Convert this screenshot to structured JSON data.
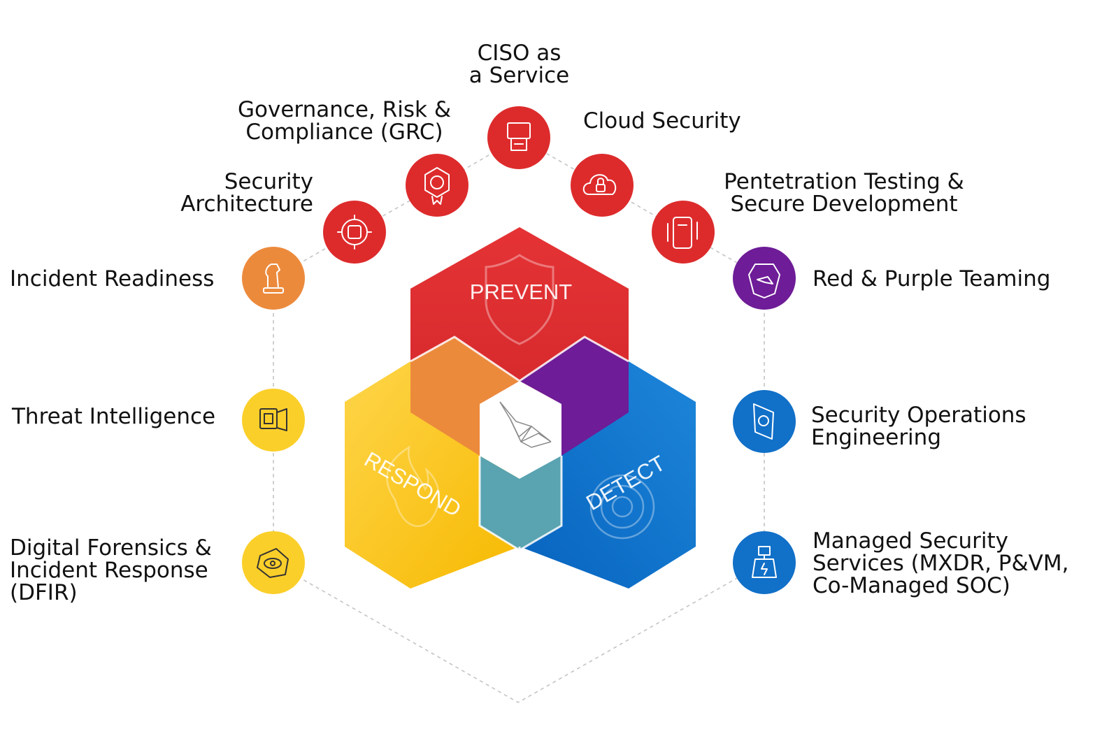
{
  "center": {
    "prevent_label": "PREVENT",
    "respond_label": "RESPOND",
    "detect_label": "DETECT"
  },
  "services": {
    "ciso": "CISO as\na Service",
    "grc": "Governance, Risk &\nCompliance (GRC)",
    "cloud": "Cloud Security",
    "security_architecture": "Security\nArchitecture",
    "pentest": "Pentetration Testing &\nSecure Development",
    "incident_readiness": "Incident Readiness",
    "red_purple": "Red & Purple Teaming",
    "threat_intel": "Threat Intelligence",
    "secops": "Security Operations\nEngineering",
    "dfir": "Digital Forensics &\nIncident Response\n(DFIR)",
    "mss": "Managed Security\nServices (MXDR, P&VM,\nCo-Managed SOC)"
  },
  "colors": {
    "prevent": "#d92d2f",
    "respond": "#fbbf00",
    "detect": "#0a6fc9",
    "overlap_orange": "#ec8a3c",
    "overlap_purple": "#6e1c97",
    "overlap_teal": "#5aa3b0",
    "icon_red": "#dd2b2c",
    "icon_orange": "#ec8a3c",
    "icon_purple": "#6e1c97",
    "icon_yellow": "#fbcf2a",
    "icon_blue": "#1170c8"
  },
  "icons": [
    "computer-icon",
    "badge-icon",
    "cloud-lock-icon",
    "target-gear-icon",
    "phone-code-icon",
    "chess-knight-icon",
    "raven-shield-icon",
    "magnifier-icon",
    "shield-gear-icon",
    "eye-shield-icon",
    "server-stack-icon"
  ]
}
